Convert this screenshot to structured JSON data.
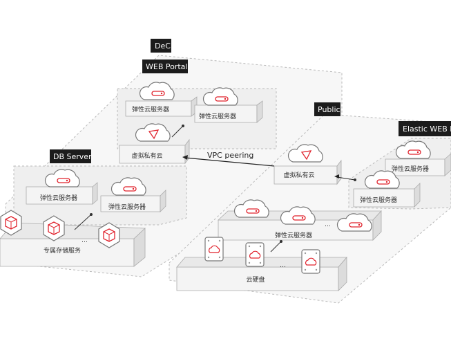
{
  "zones": {
    "dec": "DeC",
    "web_portal": "WEB Portal",
    "db_server": "DB Server",
    "public": "Public",
    "elastic_web": "Elastic WEB P"
  },
  "labels": {
    "ecs": "弹性云服务器",
    "vpc": "虚拟私有云",
    "vpc_peering": "VPC peering",
    "dedicated_storage": "专属存储服务",
    "evs": "云硬盘",
    "ellipsis": "…"
  },
  "colors": {
    "accent": "#e0212b",
    "zone_label_bg": "#1c1c1c",
    "box_top": "#f4f4f4",
    "box_side": "#dcdcdc",
    "dashed": "#b9b9b9"
  },
  "icons": {
    "server": "cloud-server-icon",
    "vpc": "cloud-network-icon",
    "storage": "hexagon-disk-icon",
    "disk": "cloud-disk-icon"
  }
}
